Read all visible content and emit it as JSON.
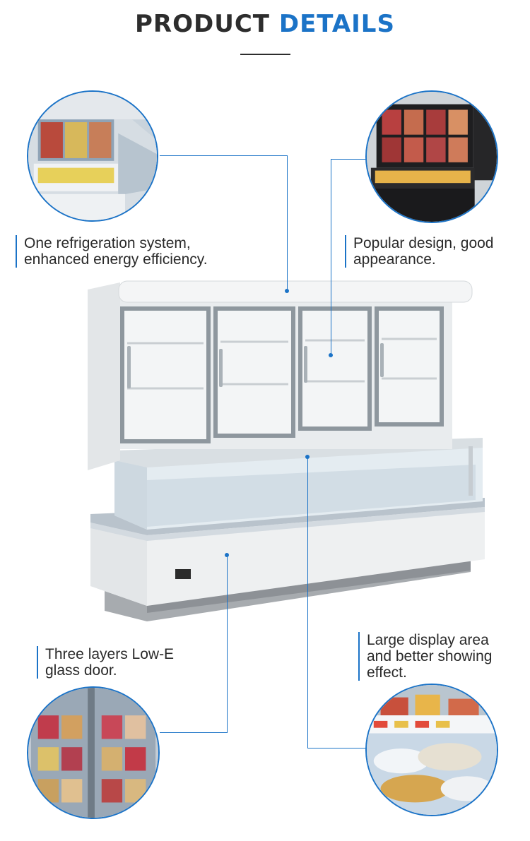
{
  "header": {
    "title_part1": "PRODUCT",
    "title_part2": "DETAILS"
  },
  "features": [
    {
      "lines": [
        "One refrigeration system,",
        "enhanced energy efficiency."
      ]
    },
    {
      "lines": [
        "Popular design, good",
        "appearance."
      ]
    },
    {
      "lines": [
        "Three layers Low-E",
        "glass door."
      ]
    },
    {
      "lines": [
        "Large display area",
        "and better showing",
        "effect."
      ]
    }
  ],
  "colors": {
    "accent": "#1b73c7",
    "title_dark": "#2d2d2d",
    "text": "#2a2a2a"
  }
}
